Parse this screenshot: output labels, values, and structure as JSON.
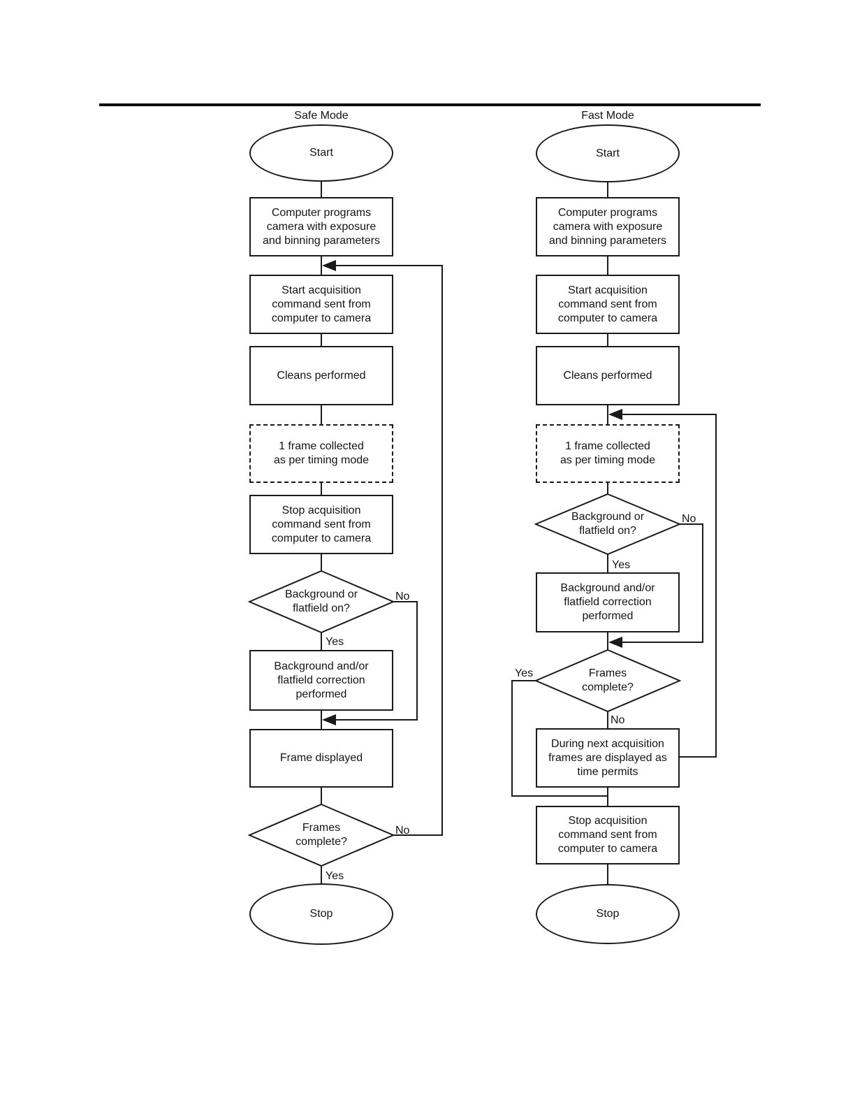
{
  "page": {
    "background": "#ffffff",
    "line_color": "#1a1a1a"
  },
  "safe": {
    "title": "Safe Mode",
    "nodes": {
      "start": "Start",
      "program": "Computer programs\ncamera with exposure\nand binning parameters",
      "start_acq": "Start acquisition\ncommand sent from\ncomputer to camera",
      "cleans": "Cleans performed",
      "collect": "1 frame collected\nas per timing mode",
      "stop_acq": "Stop acquisition\ncommand sent from\ncomputer to camera",
      "bg_decision": "Background or\nflatfield on?",
      "bg_correct": "Background and/or\nflatfield correction\nperformed",
      "frame_disp": "Frame displayed",
      "frames_decision": "Frames\ncomplete?",
      "stop": "Stop"
    },
    "labels": {
      "bg_no": "No",
      "bg_yes": "Yes",
      "frames_no": "No",
      "frames_yes": "Yes"
    }
  },
  "fast": {
    "title": "Fast Mode",
    "nodes": {
      "start": "Start",
      "program": "Computer programs\ncamera with exposure\nand binning parameters",
      "start_acq": "Start acquisition\ncommand sent from\ncomputer to camera",
      "cleans": "Cleans performed",
      "collect": "1 frame collected\nas per timing mode",
      "bg_decision": "Background or\nflatfield on?",
      "bg_correct": "Background and/or\nflatfield correction\nperformed",
      "frames_decision": "Frames\ncomplete?",
      "during": "During next acquisition\nframes are displayed as\ntime permits",
      "stop_acq": "Stop acquisition\ncommand sent from\ncomputer to camera",
      "stop": "Stop"
    },
    "labels": {
      "bg_no": "No",
      "bg_yes": "Yes",
      "frames_yes": "Yes",
      "frames_no": "No"
    }
  }
}
